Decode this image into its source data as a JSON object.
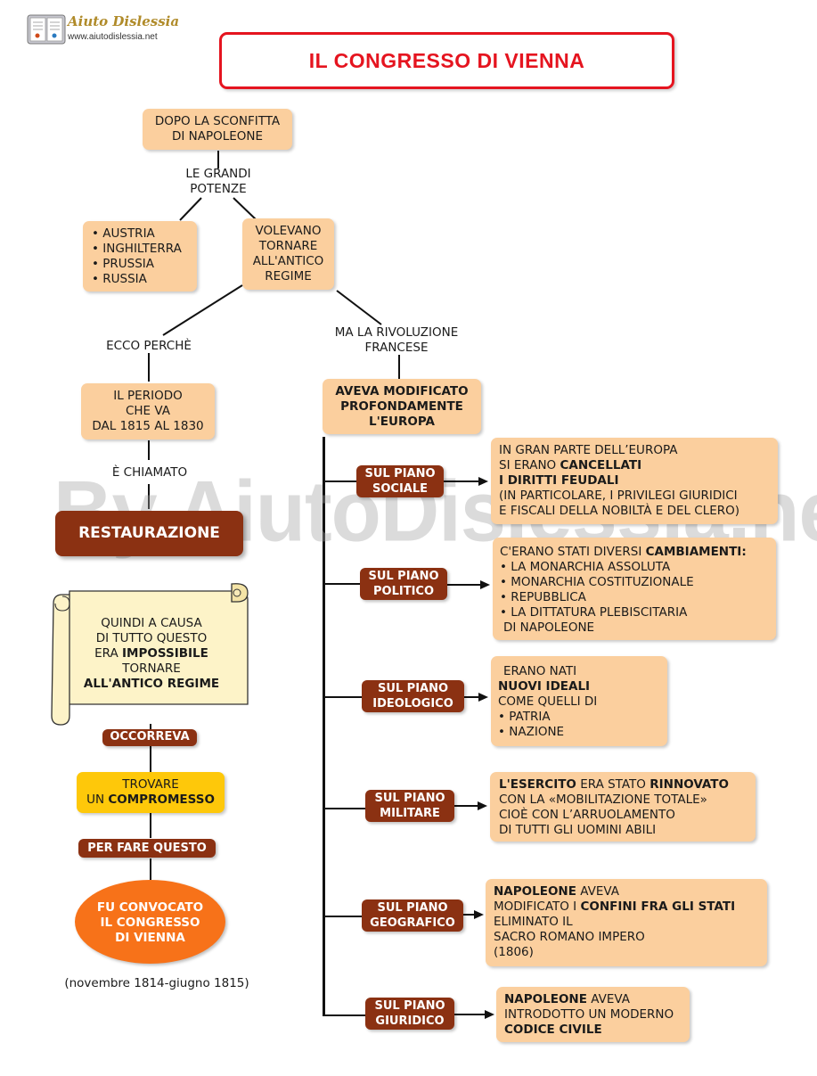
{
  "logo": {
    "name": "Aiuto Dislessia",
    "url": "www.aiutodislessia.net"
  },
  "title": "IL CONGRESSO DI VIENNA",
  "watermark": "By AiutoDislessia.net",
  "left": {
    "defeat": [
      "DOPO LA SCONFITTA",
      "DI NAPOLEONE"
    ],
    "powers_label": [
      "LE GRANDI",
      "POTENZE"
    ],
    "powers": [
      "• AUSTRIA",
      "• INGHILTERRA",
      "• PRUSSIA",
      "• RUSSIA"
    ],
    "wanted": [
      "VOLEVANO",
      "TORNARE",
      "ALL'ANTICO",
      "REGIME"
    ],
    "why_label": "ECCO PERCHÈ",
    "period": [
      "IL PERIODO",
      "CHE VA",
      "DAL 1815 AL 1830"
    ],
    "called_label": "È CHIAMATO",
    "restoration": "RESTAURAZIONE",
    "scroll": {
      "l1": "QUINDI A CAUSA",
      "l2": "DI TUTTO QUESTO",
      "l3a": "ERA ",
      "l3b": "IMPOSSIBILE",
      "l4": "TORNARE",
      "l5": "ALL'ANTICO REGIME"
    },
    "needed": "OCCORREVA",
    "compromise": {
      "l1": "TROVARE",
      "l2a": "UN ",
      "l2b": "COMPROMESSO"
    },
    "to_do": "PER FARE QUESTO",
    "congress": [
      "FU CONVOCATO",
      "IL  CONGRESSO",
      "DI  VIENNA"
    ],
    "dates": "(novembre 1814-giugno 1815)"
  },
  "right": {
    "but_label": [
      "MA  LA RIVOLUZIONE",
      "FRANCESE"
    ],
    "changed": [
      "AVEVA MODIFICATO",
      "PROFONDAMENTE",
      "L'EUROPA"
    ],
    "planes": [
      {
        "label": [
          "SUL PIANO",
          "SOCIALE"
        ]
      },
      {
        "label": [
          "SUL PIANO",
          "POLITICO"
        ]
      },
      {
        "label": [
          "SUL PIANO",
          "IDEOLOGICO"
        ]
      },
      {
        "label": [
          "SUL PIANO",
          "MILITARE"
        ]
      },
      {
        "label": [
          "SUL PIANO",
          "GEOGRAFICO"
        ]
      },
      {
        "label": [
          "SUL PIANO",
          "GIURIDICO"
        ]
      }
    ],
    "social": {
      "l1": "IN GRAN PARTE DELL’EUROPA",
      "l2a": "SI ERANO ",
      "l2b": "CANCELLATI",
      "l3": "I DIRITTI FEUDALI",
      "l4": "(IN PARTICOLARE, I PRIVILEGI GIURIDICI",
      "l5": "E FISCALI DELLA NOBILTÀ E DEL CLERO)"
    },
    "political": {
      "l1a": "C'ERANO STATI DIVERSI ",
      "l1b": "CAMBIAMENTI:",
      "l2": "• LA MONARCHIA ASSOLUTA",
      "l3": "• MONARCHIA COSTITUZIONALE",
      "l4": "• REPUBBLICA",
      "l5": "• LA DITTATURA PLEBISCITARIA",
      "l6": "DI NAPOLEONE"
    },
    "ideological": {
      "l1": "ERANO NATI",
      "l2": "NUOVI IDEALI",
      "l3": "COME QUELLI DI",
      "l4": "• PATRIA",
      "l5": "• NAZIONE"
    },
    "military": {
      "l1a": "L'ESERCITO",
      "l1b": " ERA STATO ",
      "l1c": "RINNOVATO",
      "l2": "CON LA «MOBILITAZIONE TOTALE»",
      "l3": "CIOÈ CON L’ARRUOLAMENTO",
      "l4": "DI TUTTI GLI UOMINI ABILI"
    },
    "geographic": {
      "l1a": "NAPOLEONE",
      "l1b": " AVEVA",
      "l2a": "MODIFICATO I ",
      "l2b": "CONFINI FRA GLI STATI",
      "l3": "ELIMINATO IL",
      "l4": "SACRO ROMANO IMPERO",
      "l5": "(1806)"
    },
    "juridical": {
      "l1a": "NAPOLEONE",
      "l1b": " AVEVA",
      "l2": "INTRODOTTO UN MODERNO",
      "l3": "CODICE CIVILE"
    }
  }
}
